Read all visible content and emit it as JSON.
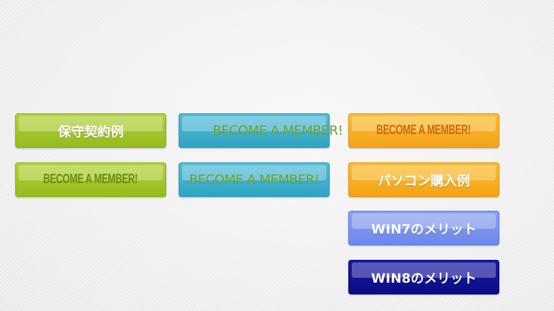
{
  "buttons": {
    "hoshu_keiyaku": {
      "label": "保守契約例",
      "color": "#9cc226"
    },
    "become_member_teal_top": {
      "label": "BECOME A MEMBER!",
      "color": "#3aaccb"
    },
    "become_member_orange": {
      "label": "BECOME A MEMBER!",
      "color": "#f5aa1e"
    },
    "become_member_green": {
      "label": "BECOME A MEMBER!",
      "color": "#9cc226"
    },
    "become_member_teal_bottom": {
      "label": "BECOME A MEMBER!",
      "color": "#3aaccb"
    },
    "pasokon_konyu": {
      "label": "パソコン購入例",
      "color": "#f5aa1e"
    },
    "win7_merit": {
      "label": "WIN7のメリット",
      "color": "#7891ee"
    },
    "win8_merit": {
      "label": "WIN8のメリット",
      "color": "#10108f"
    }
  },
  "colors": {
    "background": "#efefef",
    "text_white": "#ffffff",
    "text_olive": "#6c8a12",
    "text_orange_dark": "#d0680a",
    "text_green": "#6fa22b"
  }
}
